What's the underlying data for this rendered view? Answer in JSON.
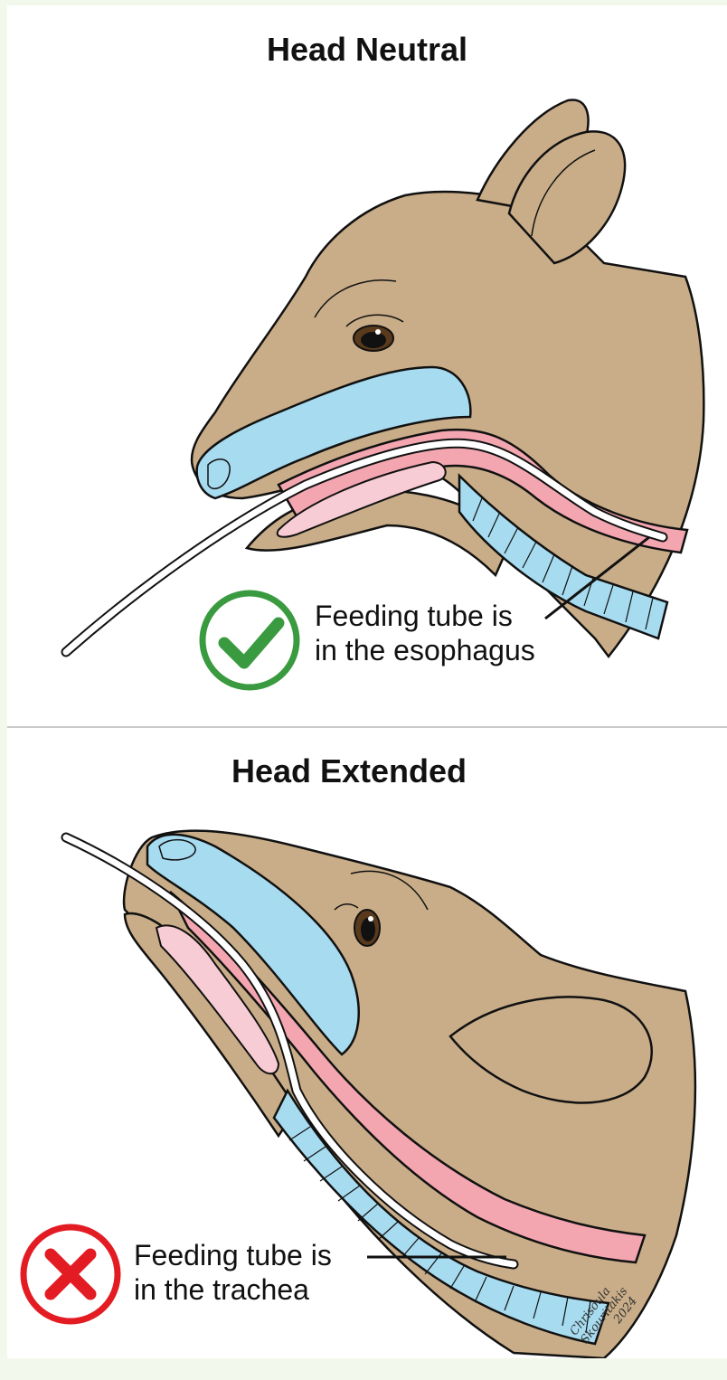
{
  "panels": {
    "top": {
      "title": "Head Neutral",
      "caption_line1": "Feeding tube is",
      "caption_line2": "in the esophagus",
      "status_icon": "check-icon",
      "status_color": "#3a9a3f"
    },
    "bottom": {
      "title": "Head Extended",
      "caption_line1": "Feeding tube is",
      "caption_line2": "in the trachea",
      "status_icon": "cross-icon",
      "status_color": "#e31b23"
    }
  },
  "signature": {
    "name": "Chrisoula Skouritakis",
    "year": "2024"
  },
  "colors": {
    "skin": "#c9ad88",
    "nasal_passage": "#a7dbef",
    "oral_cavity": "#f3a6b0",
    "tongue": "#f8ccd4",
    "tube": "#ffffff",
    "outline": "#111111"
  }
}
